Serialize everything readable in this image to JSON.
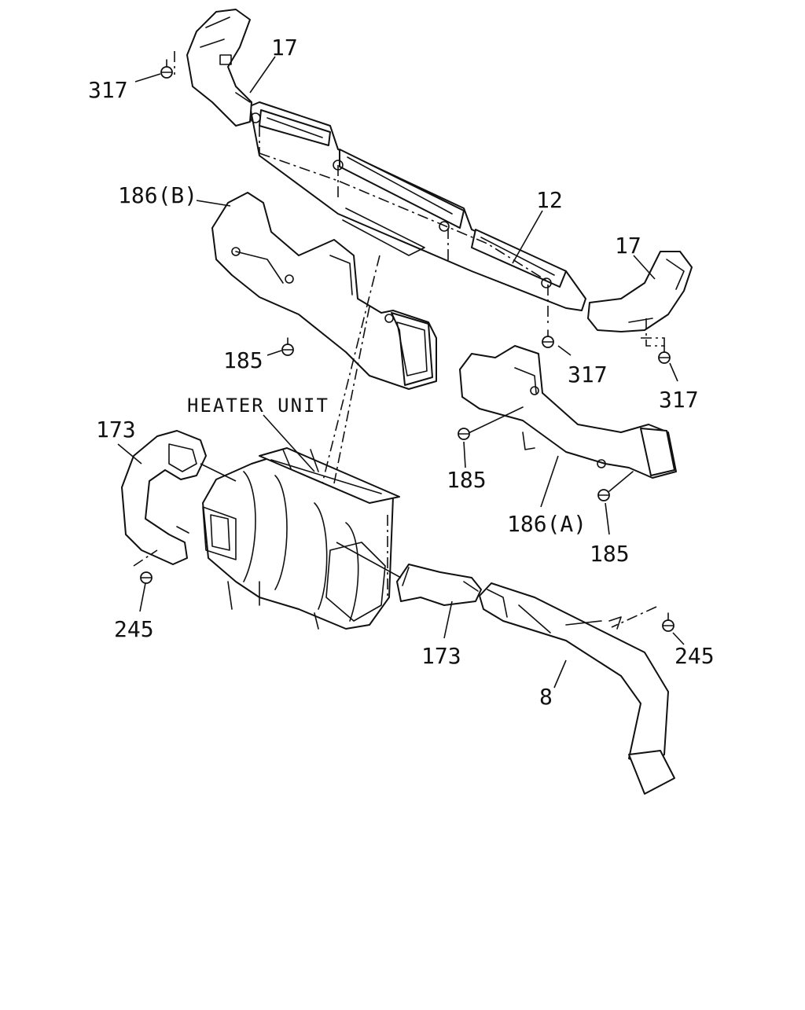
{
  "diagram": {
    "labels": {
      "l317_a": "317",
      "l17_a": "17",
      "l186b": "186(B)",
      "l12": "12",
      "l17_b": "17",
      "l185_a": "185",
      "l317_b": "317",
      "l317_c": "317",
      "heater_unit": "HEATER UNIT",
      "l173_a": "173",
      "l185_b": "185",
      "l186a": "186(A)",
      "l185_c": "185",
      "l245_a": "245",
      "l173_b": "173",
      "l245_b": "245",
      "l8": "8"
    }
  }
}
